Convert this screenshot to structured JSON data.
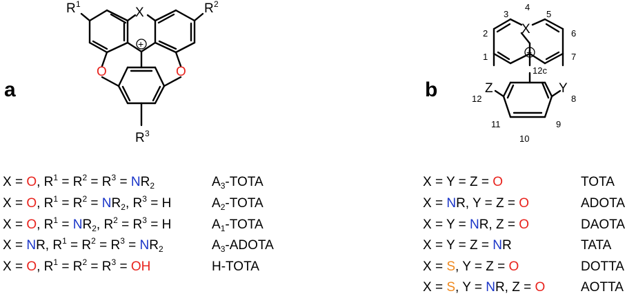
{
  "panel_a": {
    "label": "a",
    "atoms": {
      "r1": "R",
      "r1_sup": "1",
      "r2": "R",
      "r2_sup": "2",
      "r3": "R",
      "r3_sup": "3",
      "x": "X",
      "o": "O",
      "charge": "+"
    },
    "rows": [
      {
        "name": "A",
        "name_sub": "3",
        "name_rest": "-TOTA"
      },
      {
        "name": "A",
        "name_sub": "2",
        "name_rest": "-TOTA"
      },
      {
        "name": "A",
        "name_sub": "1",
        "name_rest": "-TOTA"
      },
      {
        "name": "A",
        "name_sub": "3",
        "name_rest": "-ADOTA"
      },
      {
        "name": "H-TOTA",
        "name_sub": "",
        "name_rest": ""
      }
    ]
  },
  "panel_b": {
    "label": "b",
    "atoms": {
      "x": "X",
      "y": "Y",
      "z": "Z",
      "charge": "+"
    },
    "numbers": [
      "1",
      "2",
      "3",
      "4",
      "5",
      "6",
      "7",
      "8",
      "9",
      "10",
      "11",
      "12",
      "12c"
    ],
    "rows": [
      {
        "name": "TOTA"
      },
      {
        "name": "ADOTA"
      },
      {
        "name": "DAOTA"
      },
      {
        "name": "TATA"
      },
      {
        "name": "DOTTA"
      },
      {
        "name": "AOTTA"
      }
    ]
  },
  "colors": {
    "oxygen": "#e8231d",
    "nitrogen": "#1a35c8",
    "sulfur": "#f0891e",
    "black": "#000000"
  }
}
